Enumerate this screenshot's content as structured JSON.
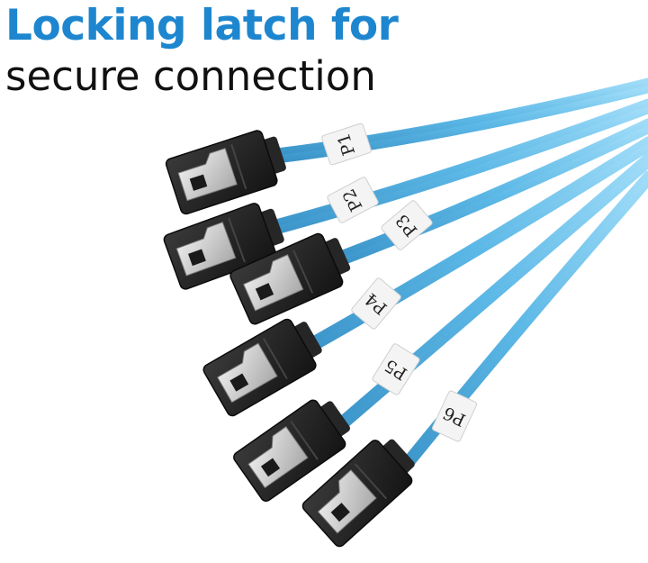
{
  "heading": {
    "line1": "Locking latch for",
    "line2": "secure connection"
  },
  "colors": {
    "heading_accent": "#1e86cf",
    "heading_text": "#111111",
    "cable": "#5cb8e6",
    "connector": "#1f1f1f",
    "latch": "#d6d6d6",
    "tag": "#f4f4f4"
  },
  "cables": [
    {
      "label": "P1"
    },
    {
      "label": "P2"
    },
    {
      "label": "P3"
    },
    {
      "label": "P4"
    },
    {
      "label": "P5"
    },
    {
      "label": "P6"
    }
  ]
}
